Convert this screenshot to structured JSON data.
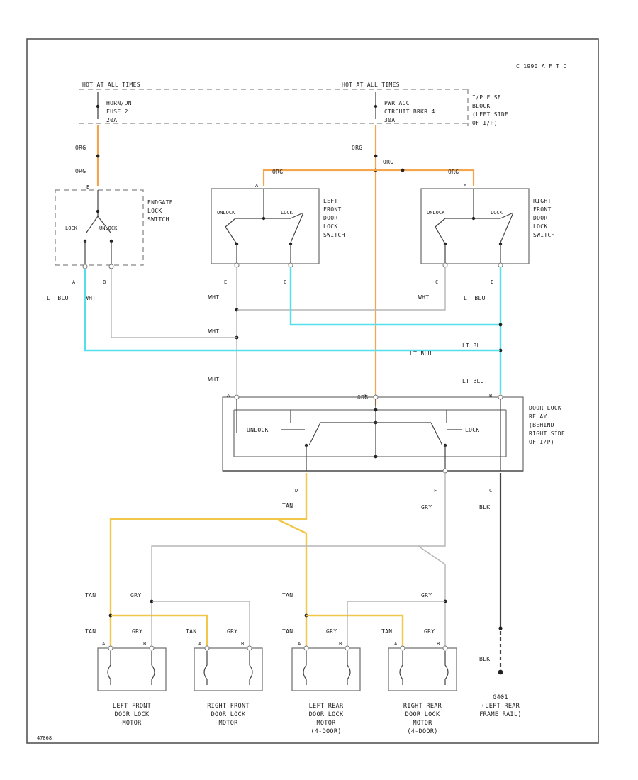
{
  "corner_code": "C 1990 A F T C",
  "figure_id": "47868",
  "hot_left": "HOT AT ALL TIMES",
  "hot_right": "HOT AT ALL TIMES",
  "fuse_left": [
    "HORN/DN",
    "FUSE 2",
    "20A"
  ],
  "fuse_right": [
    "PWR ACC",
    "CIRCUIT BRKR 4",
    "30A"
  ],
  "fuse_block": [
    "I/P FUSE",
    "BLOCK",
    "(LEFT SIDE",
    "OF I/P)"
  ],
  "colors": {
    "org": "#f4a64f",
    "lt_blu": "#55dfee",
    "tan": "#f1c84a",
    "wht": "#b5b5b5",
    "gry": "#b5b5b5",
    "blk": "#555555"
  },
  "wires": {
    "org": "ORG",
    "wht": "WHT",
    "lt_blu": "LT BLU",
    "tan": "TAN",
    "gry": "GRY",
    "blk": "BLK"
  },
  "endgate_switch": {
    "name": [
      "ENDGATE",
      "LOCK",
      "SWITCH"
    ],
    "pin_top": "E",
    "lock": "LOCK",
    "unlock": "UNLOCK",
    "pin_a": "A",
    "pin_b": "B"
  },
  "lf_switch": {
    "name": [
      "LEFT",
      "FRONT",
      "DOOR",
      "LOCK",
      "SWITCH"
    ],
    "pin_top": "A",
    "unlock": "UNLOCK",
    "lock": "LOCK",
    "pin_e": "E",
    "pin_c": "C"
  },
  "rf_switch": {
    "name": [
      "RIGHT",
      "FRONT",
      "DOOR",
      "LOCK",
      "SWITCH"
    ],
    "pin_top": "A",
    "unlock": "UNLOCK",
    "lock": "LOCK",
    "pin_c": "C",
    "pin_e": "E"
  },
  "relay": {
    "name": [
      "DOOR LOCK",
      "RELAY",
      "(BEHIND",
      "RIGHT SIDE",
      "OF I/P)"
    ],
    "unlock": "UNLOCK",
    "lock": "LOCK",
    "pin_a": "A",
    "pin_e": "E",
    "pin_b": "B",
    "pin_d": "D",
    "pin_f": "F",
    "pin_c": "C"
  },
  "ground": [
    "G401",
    "(LEFT REAR",
    "FRAME RAIL)"
  ],
  "pins_ab": [
    "A",
    "B"
  ],
  "motors": [
    {
      "name": [
        "LEFT FRONT",
        "DOOR LOCK",
        "MOTOR"
      ]
    },
    {
      "name": [
        "RIGHT FRONT",
        "DOOR LOCK",
        "MOTOR"
      ]
    },
    {
      "name": [
        "LEFT REAR",
        "DOOR LOCK",
        "MOTOR",
        "(4-DOOR)"
      ]
    },
    {
      "name": [
        "RIGHT REAR",
        "DOOR LOCK",
        "MOTOR",
        "(4-DOOR)"
      ]
    }
  ]
}
